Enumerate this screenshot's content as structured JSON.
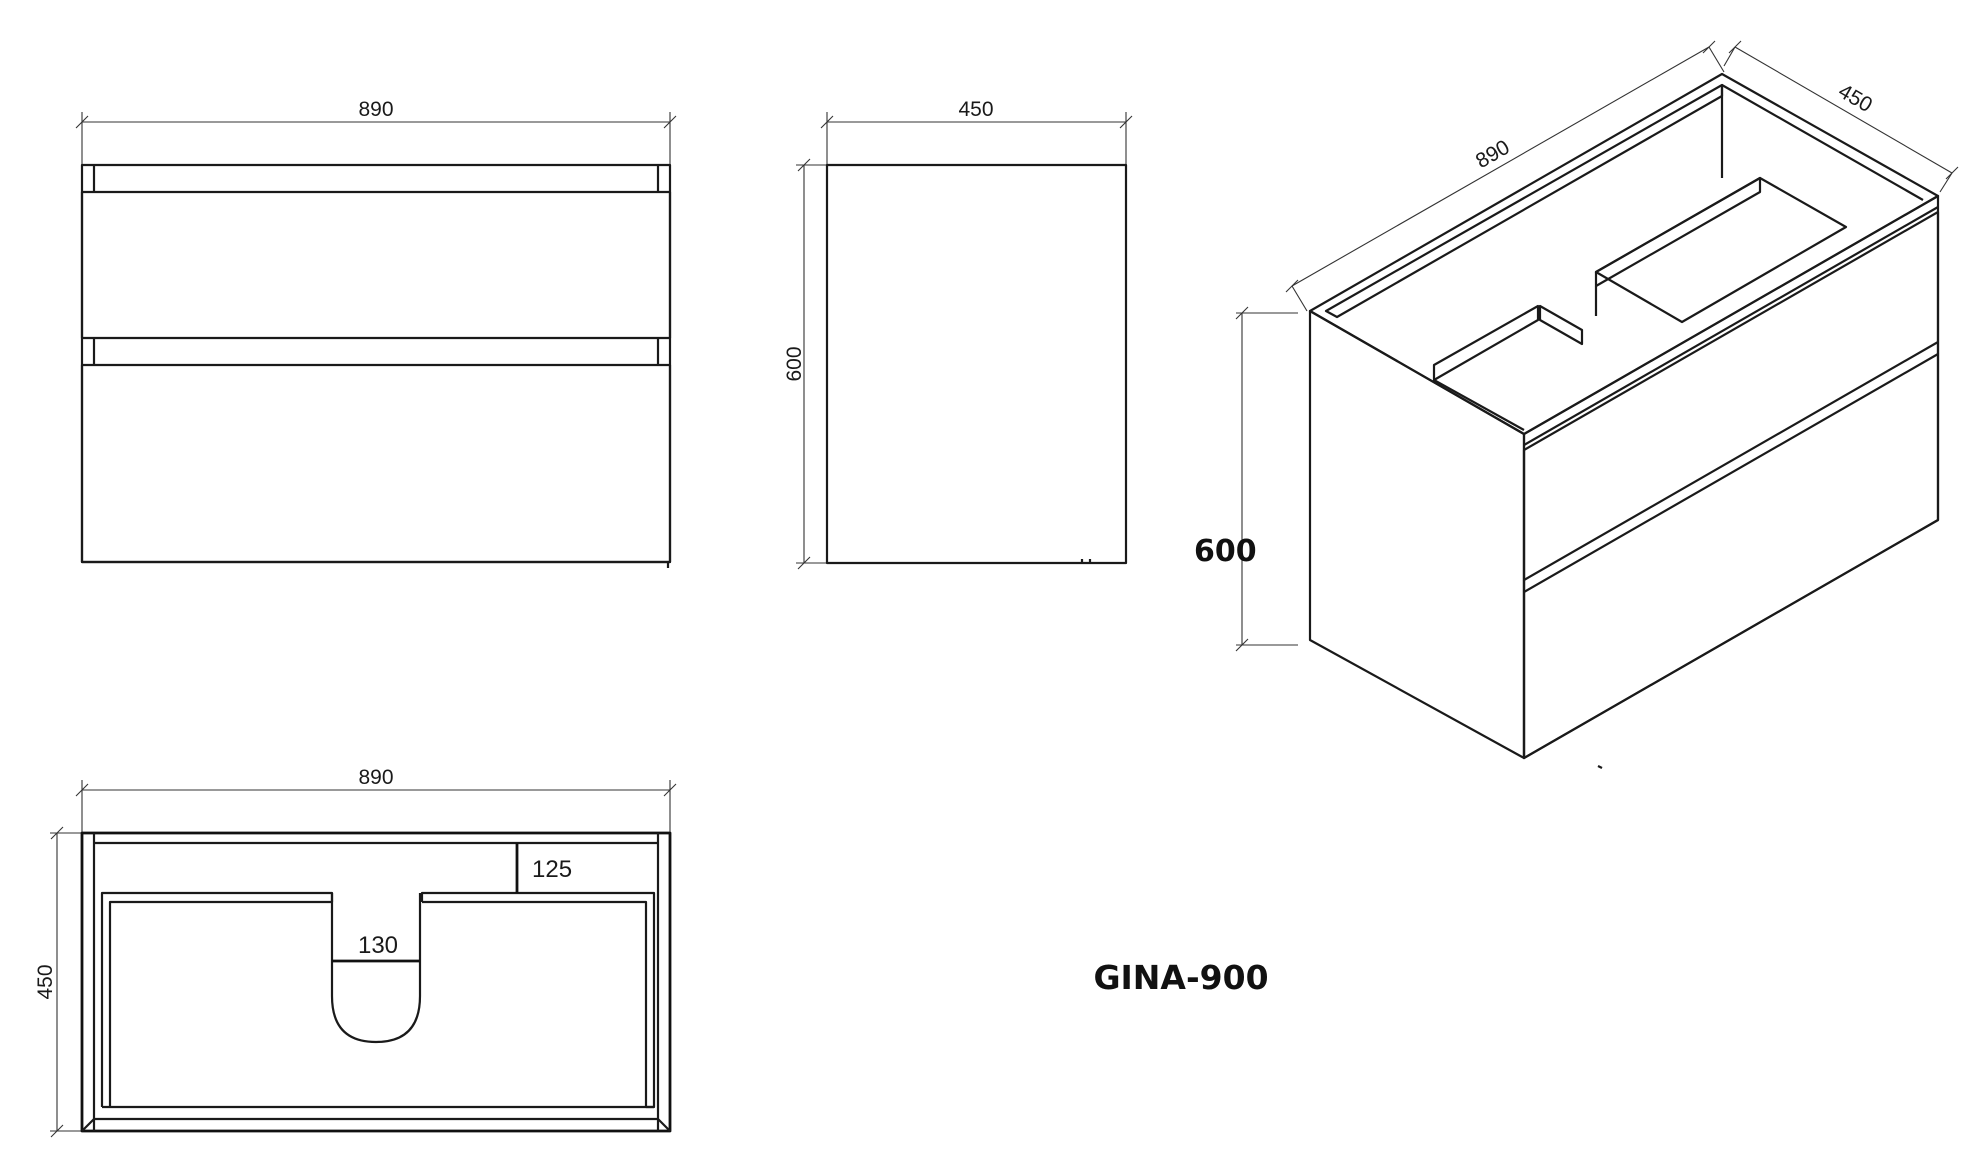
{
  "front_view": {
    "width_label": "890"
  },
  "side_view": {
    "depth_label": "450",
    "height_label": "600"
  },
  "top_view": {
    "width_label": "890",
    "depth_label": "450",
    "shelf_label": "125",
    "cutout_label": "130"
  },
  "iso_view": {
    "width_label": "890",
    "depth_label": "450",
    "height_label": "600"
  },
  "model_name": "GINA-900"
}
